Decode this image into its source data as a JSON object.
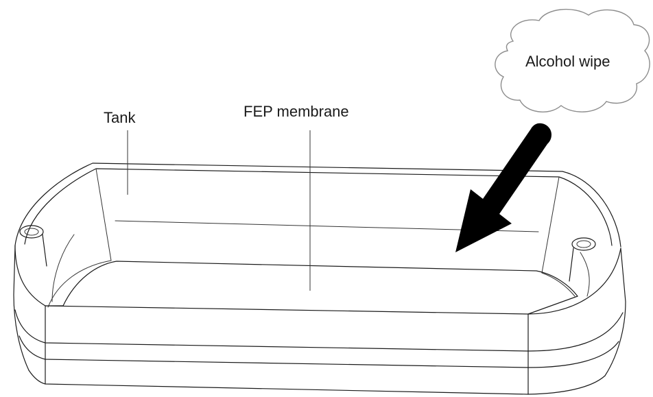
{
  "labels": {
    "tank": "Tank",
    "fep_membrane": "FEP membrane",
    "alcohol_wipe": "Alcohol wipe"
  },
  "colors": {
    "line": "#1a1a1a",
    "arrow": "#000000",
    "cloud_outline": "#8c8c8c",
    "background": "#ffffff"
  }
}
